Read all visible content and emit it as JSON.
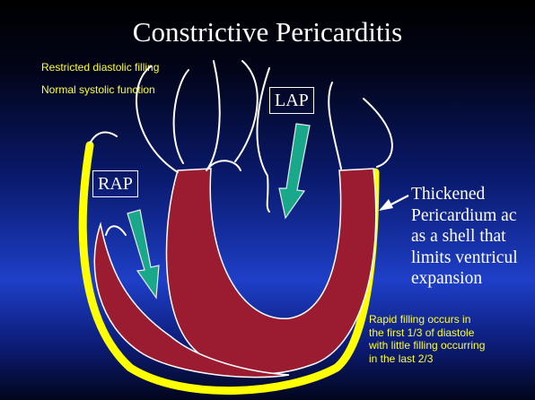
{
  "title": "Constrictive Pericarditis",
  "notes": {
    "line1": "Restricted diastolic filling",
    "line2": "Normal systolic function"
  },
  "labels": {
    "lap": "LAP",
    "rap": "RAP"
  },
  "pericardium_text": [
    "Thickened",
    "Pericardium ac",
    "as a shell that",
    "limits ventricul",
    "expansion"
  ],
  "rapid_filling_text": [
    "Rapid filling occurs in",
    "the first 1/3 of diastole",
    "with little filling occurring",
    "in the last 2/3"
  ],
  "colors": {
    "myocardium": "#9b1b30",
    "pericardium": "#ffff00",
    "arrow": "#19a88a",
    "outline": "#ffffff"
  }
}
